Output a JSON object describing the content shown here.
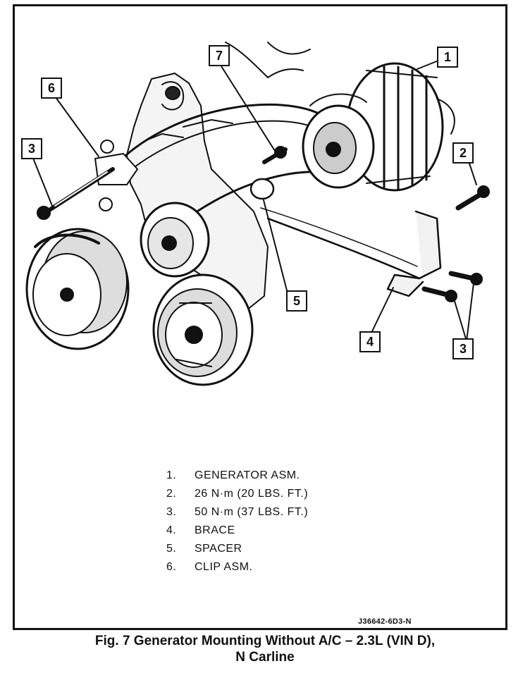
{
  "callouts": {
    "c1": "1",
    "c2": "2",
    "c3a": "3",
    "c3b": "3",
    "c4": "4",
    "c5": "5",
    "c6": "6",
    "c7": "7"
  },
  "legend": [
    {
      "num": "1.",
      "text": "GENERATOR ASM."
    },
    {
      "num": "2.",
      "text": "26 N·m (20 LBS. FT.)"
    },
    {
      "num": "3.",
      "text": "50 N·m (37 LBS. FT.)"
    },
    {
      "num": "4.",
      "text": "BRACE"
    },
    {
      "num": "5.",
      "text": "SPACER"
    },
    {
      "num": "6.",
      "text": "CLIP ASM."
    }
  ],
  "ref_code": "J36642-6D3-N",
  "caption": {
    "line1": "Fig. 7 Generator Mounting Without A/C – 2.3L (VIN D),",
    "line2": "N Carline"
  }
}
